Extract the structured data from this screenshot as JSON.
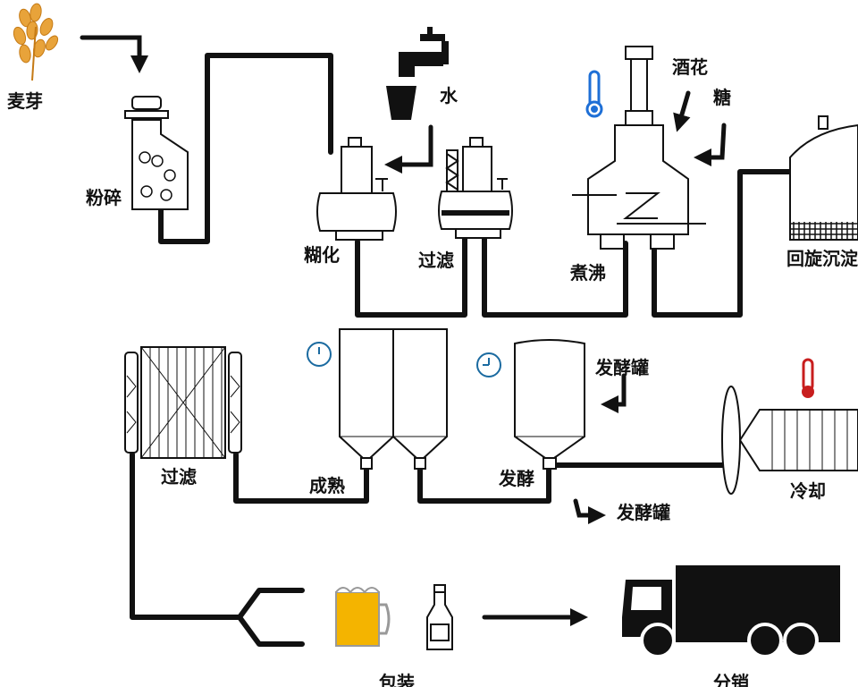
{
  "colors": {
    "line": "#111111",
    "thermo_blue": "#1e6fd6",
    "thermo_red": "#c81e1e",
    "clock_blue": "#1a6aa0",
    "beer_gold": "#f4b400",
    "malt_gold": "#e8a33a"
  },
  "labels": {
    "malt": "麦芽",
    "milling": "粉碎",
    "water": "水",
    "mashing": "糊化",
    "lautering": "过滤",
    "hops": "酒花",
    "sugar": "糖",
    "boiling": "煮沸",
    "whirlpool": "回旋沉淀",
    "filtration": "过滤",
    "maturation": "成熟",
    "fermenter_in": "发酵罐",
    "fermentation": "发酵",
    "fermenter_out": "发酵罐",
    "cooling": "冷却",
    "packaging": "包装",
    "distribution": "分销"
  },
  "icons": [
    "malt-icon",
    "tap-icon",
    "cup-icon",
    "thermometer-icon",
    "clock-icon",
    "beer-mug-icon",
    "bottle-icon",
    "truck-icon"
  ]
}
